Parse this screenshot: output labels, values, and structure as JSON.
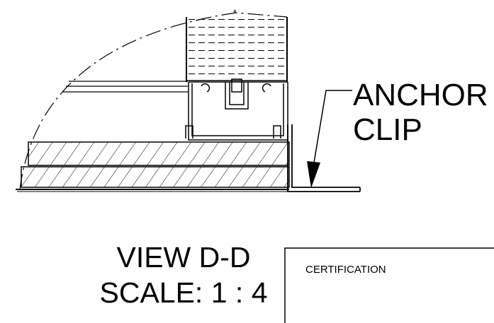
{
  "callout": {
    "line1": "ANCHOR",
    "line2": "CLIP"
  },
  "view": {
    "title": "VIEW D-D",
    "scale": "SCALE: 1 : 4"
  },
  "title_block": {
    "certification_label": "CERTIFICATION"
  },
  "colors": {
    "ink": "#000000",
    "paper": "#ffffff"
  }
}
